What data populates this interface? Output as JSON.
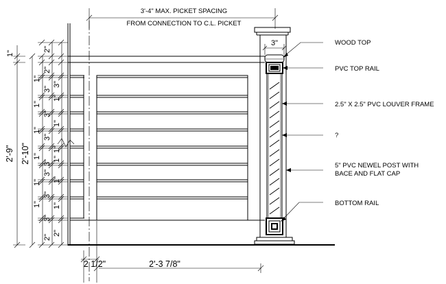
{
  "top_dimension": {
    "line1": "3'-4\" MAX. PICKET SPACING",
    "line2": "FROM CONNECTION TO C.L. PICKET"
  },
  "post_width": "3\"",
  "callouts": {
    "wood_top": "WOOD TOP",
    "pvc_top_rail": "PVC TOP RAIL",
    "louver_frame": "2.5\" X 2.5\" PVC LOUVER FRAME",
    "unknown": "?",
    "newel_post_line1": "5\" PVC NEWEL POST WITH",
    "newel_post_line2": "BACE AND FLAT CAP",
    "bottom_rail": "BOTTOM RAIL"
  },
  "left_dimensions": {
    "overall_outer": "2'-9\"",
    "overall_inner": "2'-10\"",
    "top_1in": "1\"",
    "col_a": [
      "1\"",
      "1\"",
      "1\"",
      "1\"",
      "1\"",
      "1\""
    ],
    "col_b": [
      "2\"",
      "2\"",
      "3\"",
      "3\"",
      "3\"",
      "3\"",
      "3\"",
      "3\"",
      "3\"",
      "2\""
    ],
    "col_c": [
      "3\"",
      "1\"",
      "1\"",
      "1\"",
      "1\"",
      "1\"",
      "1\"",
      "2\""
    ]
  },
  "bottom_dimensions": {
    "left_gap": "2 1/2\"",
    "panel_width": "2'-3 7/8\""
  }
}
